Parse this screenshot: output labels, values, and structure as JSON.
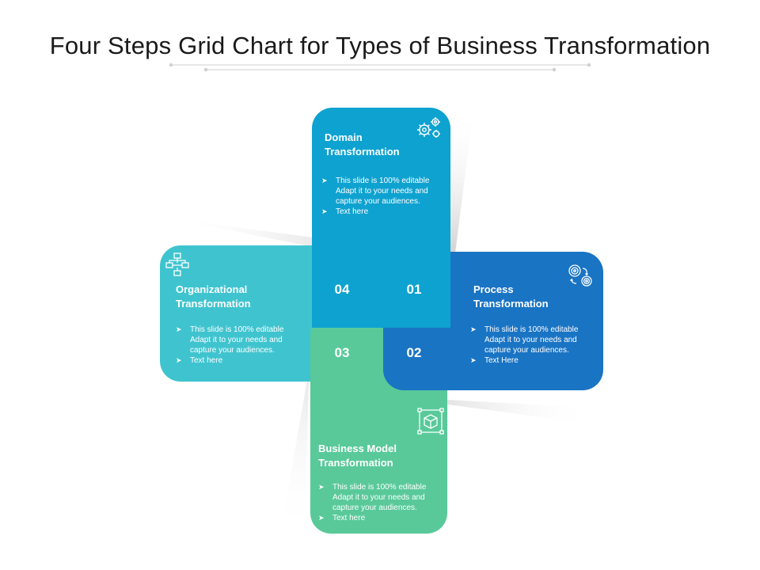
{
  "title": "Four Steps Grid Chart for Types of Business Transformation",
  "colors": {
    "domain": "#0ea2d0",
    "process": "#1a74c4",
    "business_model": "#59c99a",
    "organizational": "#3fc4cf"
  },
  "steps": {
    "domain": {
      "number": "01",
      "heading_line1": "Domain",
      "heading_line2": "Transformation",
      "bullet1_line1": "This slide is 100% editable",
      "bullet1_line2": "Adapt it to your needs and",
      "bullet1_line3": "capture your audiences.",
      "bullet2": "Text here",
      "icon": "gears-icon"
    },
    "process": {
      "number": "02",
      "heading_line1": "Process",
      "heading_line2": "Transformation",
      "bullet1_line1": "This slide is 100% editable",
      "bullet1_line2": "Adapt it to your needs and",
      "bullet1_line3": "capture your audiences.",
      "bullet2": "Text Here",
      "icon": "process-flow-icon"
    },
    "business_model": {
      "number": "03",
      "heading_line1": "Business Model",
      "heading_line2": "Transformation",
      "bullet1_line1": "This slide is 100% editable",
      "bullet1_line2": "Adapt it to your needs and",
      "bullet1_line3": "capture your audiences.",
      "bullet2": "Text here",
      "icon": "cube-icon"
    },
    "organizational": {
      "number": "04",
      "heading_line1": "Organizational",
      "heading_line2": "Transformation",
      "bullet1_line1": "This slide is 100% editable",
      "bullet1_line2": "Adapt it to your needs and",
      "bullet1_line3": "capture your audiences.",
      "bullet2": "Text here",
      "icon": "org-chart-icon"
    }
  }
}
